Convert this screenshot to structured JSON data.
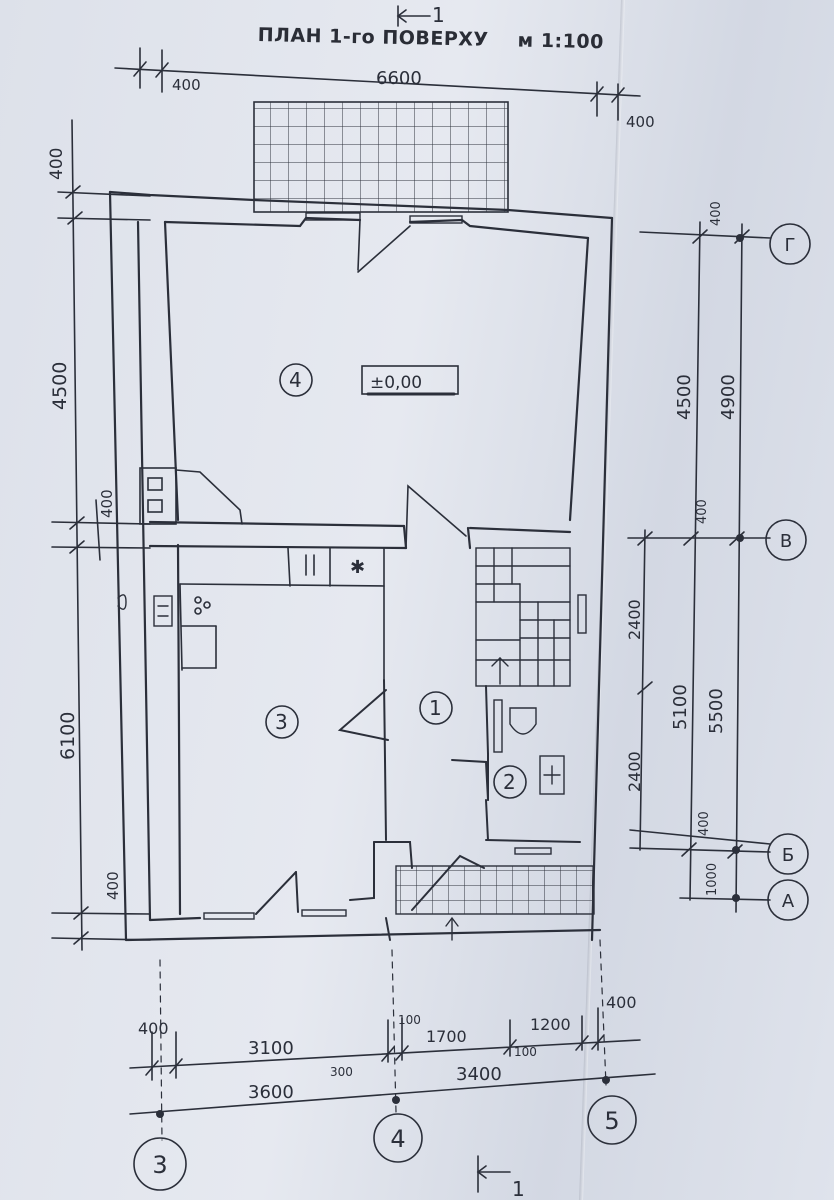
{
  "title": "ПЛАН 1-го ПОВЕРХУ",
  "scale": "м 1:100",
  "section_marker": "1",
  "level_mark": "±0,00",
  "rooms": [
    "4",
    "3",
    "1",
    "2"
  ],
  "dims_top": {
    "left_offset": "400",
    "total": "6600",
    "right_offset": "400"
  },
  "dims_left": {
    "top": "400",
    "upper": "4500",
    "wall": "400",
    "lower": "6100",
    "bottom": "400"
  },
  "dims_right": {
    "top": "400",
    "upper_inner": "4500",
    "upper_total": "4900",
    "wall": "400",
    "stair_a": "2400",
    "stair_b": "2400",
    "mid_inner": "5100",
    "mid_total": "5500",
    "lower": "400",
    "bottom": "1000"
  },
  "dims_bottom": {
    "left": "400",
    "seg_a": "3100",
    "seg_b": "300",
    "seg_c": "100",
    "seg_d": "1700",
    "seg_e": "1200",
    "seg_f": "100",
    "right": "400",
    "total_a": "3600",
    "total_b": "3400"
  },
  "axes_columns": [
    "3",
    "4",
    "5"
  ],
  "axes_rows": [
    "Г",
    "В",
    "Б",
    "А"
  ]
}
